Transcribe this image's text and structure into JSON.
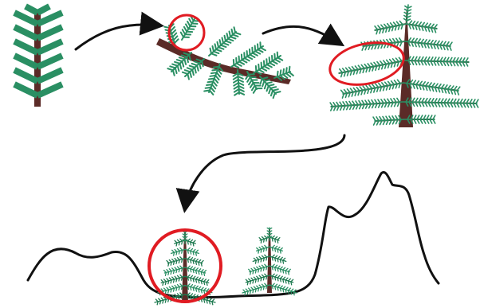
{
  "diagram": {
    "colors": {
      "background": "#ffffff",
      "needle_green": "#2a8f63",
      "needle_green_light": "#4aa88a",
      "needle_green_dark": "#1e7a50",
      "trunk_brown": "#5b2b27",
      "highlight_red": "#e01b22",
      "ink": "#111111"
    },
    "stages": [
      {
        "id": "twig",
        "icon": "conifer-twig-icon"
      },
      {
        "id": "branch",
        "icon": "conifer-branch-icon"
      },
      {
        "id": "tree",
        "icon": "conifer-tree-icon"
      },
      {
        "id": "landscape",
        "icon": "mountain-landscape-icon"
      }
    ],
    "arrows": [
      {
        "from": "twig",
        "to": "branch"
      },
      {
        "from": "branch",
        "to": "tree"
      },
      {
        "from": "tree",
        "to": "landscape"
      }
    ],
    "highlights": [
      {
        "stage": "branch",
        "shape": "circle"
      },
      {
        "stage": "tree",
        "shape": "ellipse"
      },
      {
        "stage": "landscape",
        "shape": "circle"
      }
    ],
    "landscape_trees": 2
  }
}
